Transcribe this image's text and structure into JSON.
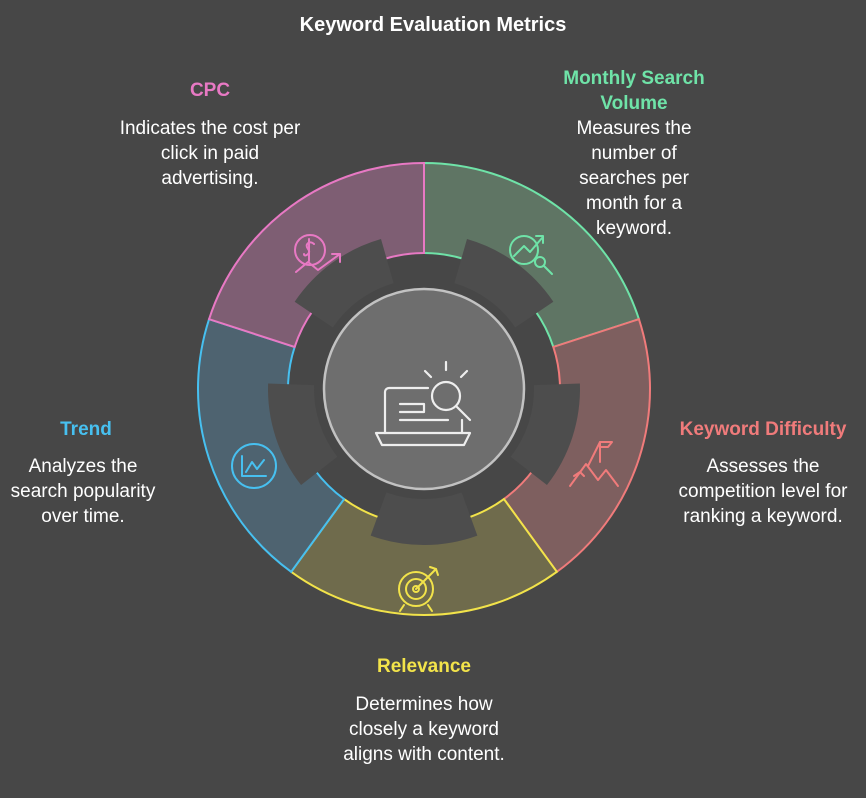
{
  "title": "Keyword Evaluation Metrics",
  "colors": {
    "background": "#474747",
    "center_fill": "#6e6e6e",
    "center_stroke": "#c2c2c2",
    "gap": "#4d4d4d"
  },
  "metrics": [
    {
      "key": "volume",
      "label": "Monthly Search Volume",
      "label_lines": [
        "Monthly Search",
        "Volume"
      ],
      "description": "Measures the number of searches per month for a keyword.",
      "color": "#6fe3a8",
      "fill": "#5f7564",
      "icon": "search-trend-icon"
    },
    {
      "key": "difficulty",
      "label": "Keyword Difficulty",
      "description": "Assesses the competition level for ranking a keyword.",
      "color": "#f07b7b",
      "fill": "#7e5f5f",
      "icon": "mountain-flag-icon"
    },
    {
      "key": "relevance",
      "label": "Relevance",
      "description": "Determines how closely a keyword aligns with content.",
      "color": "#f2e34a",
      "fill": "#6f6b4c",
      "icon": "target-icon"
    },
    {
      "key": "trend",
      "label": "Trend",
      "description": "Analyzes the search popularity over time.",
      "color": "#47c0f0",
      "fill": "#4e6370",
      "icon": "line-chart-icon"
    },
    {
      "key": "cpc",
      "label": "CPC",
      "description": "Indicates the cost per click in paid advertising.",
      "color": "#e879c4",
      "fill": "#7e5e73",
      "icon": "dollar-growth-icon"
    }
  ],
  "center_icon": "laptop-search-icon"
}
